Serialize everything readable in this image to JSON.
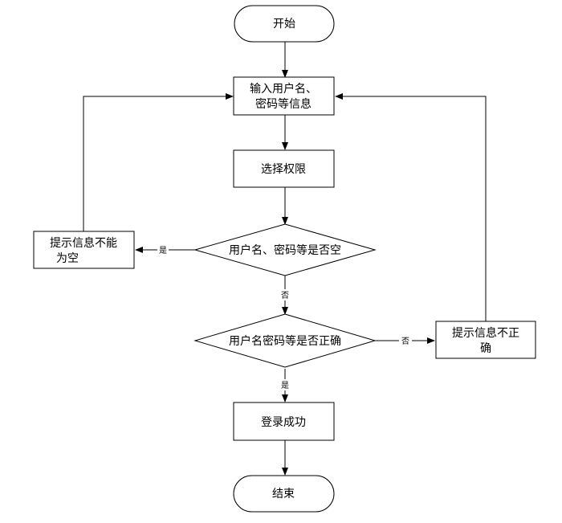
{
  "nodes": {
    "start": "开始",
    "input_line1": "输入用户名、",
    "input_line2": "密码等信息",
    "select": "选择权限",
    "check_empty": "用户名、密码等是否空",
    "empty_msg_line1": "提示信息不能",
    "empty_msg_line2": "为空",
    "check_correct": "用户名密码等是否正确",
    "wrong_msg_line1": "提示信息不正",
    "wrong_msg_line2": "确",
    "success": "登录成功",
    "end": "结束"
  },
  "edges": {
    "empty_yes": "是",
    "empty_no": "否",
    "correct_no": "否",
    "correct_yes": "是"
  }
}
